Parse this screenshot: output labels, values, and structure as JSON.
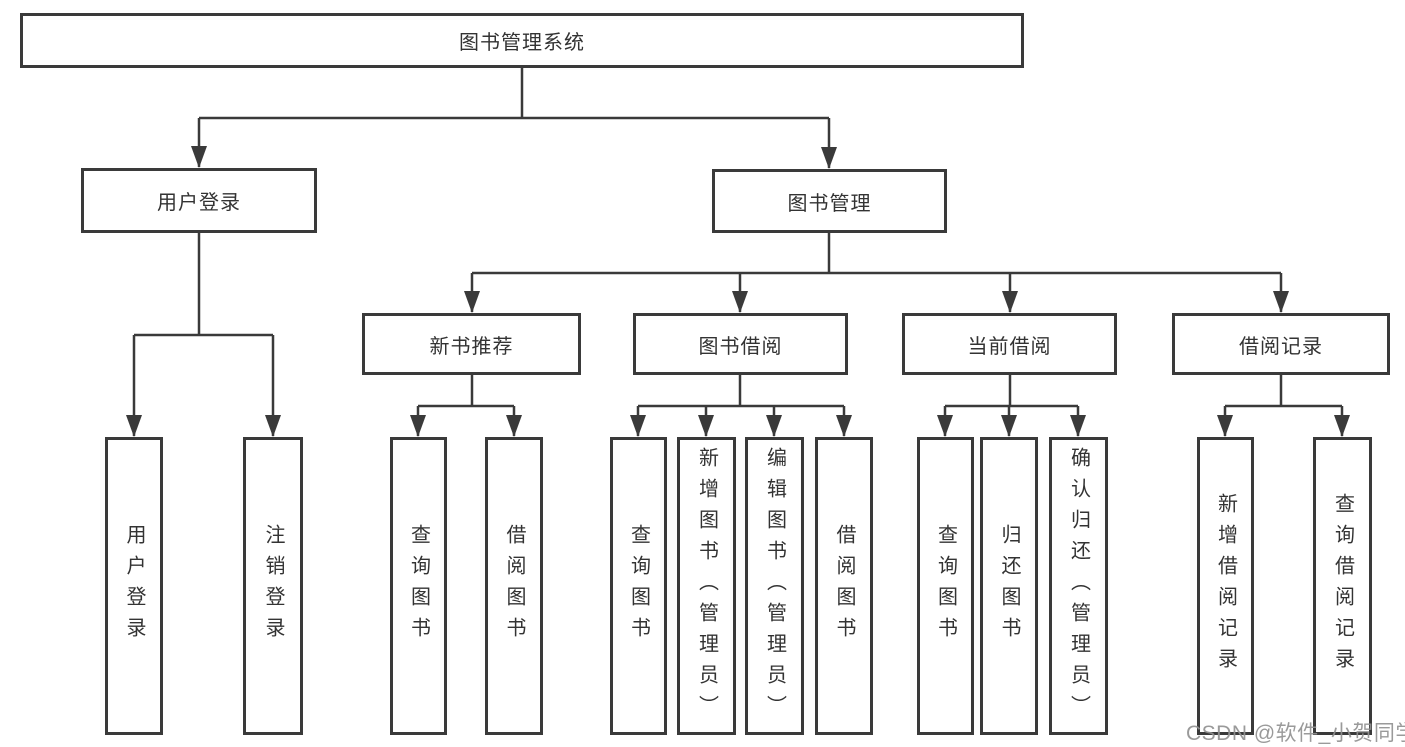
{
  "colors": {
    "line": "#3a3a3a",
    "text": "#333333",
    "box_background": "#ffffff",
    "watermark": "#919191"
  },
  "tree": {
    "root": "图书管理系统",
    "children": [
      {
        "label": "用户登录",
        "children": [
          "用户登录",
          "注销登录"
        ]
      },
      {
        "label": "图书管理",
        "children": [
          {
            "label": "新书推荐",
            "children": [
              "查询图书",
              "借阅图书"
            ]
          },
          {
            "label": "图书借阅",
            "children": [
              "查询图书",
              "新增图书（管理员）",
              "编辑图书（管理员）",
              "借阅图书"
            ]
          },
          {
            "label": "当前借阅",
            "children": [
              "查询图书",
              "归还图书",
              "确认归还（管理员）"
            ]
          },
          {
            "label": "借阅记录",
            "children": [
              "新增借阅记录",
              "查询借阅记录"
            ]
          }
        ]
      }
    ]
  },
  "watermark": {
    "text": "CSDN @软件_小贺同学"
  }
}
